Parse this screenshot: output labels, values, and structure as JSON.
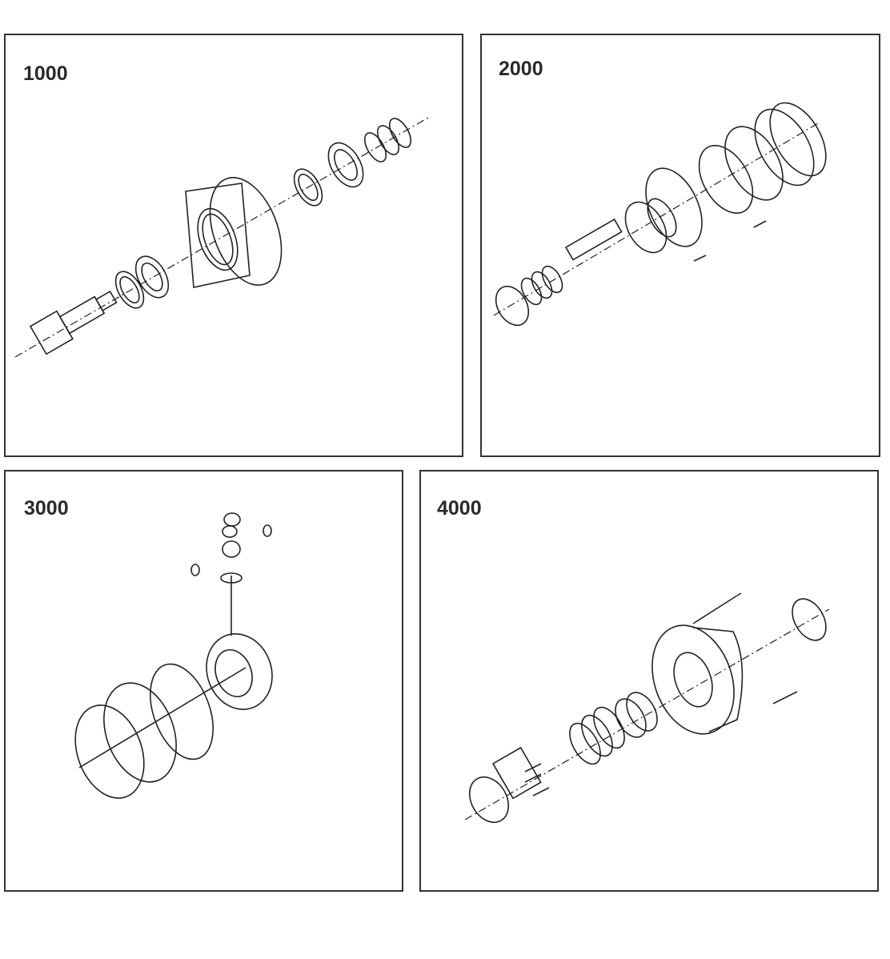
{
  "panels": [
    {
      "label": "1000"
    },
    {
      "label": "2000"
    },
    {
      "label": "3000"
    },
    {
      "label": "4000"
    }
  ]
}
